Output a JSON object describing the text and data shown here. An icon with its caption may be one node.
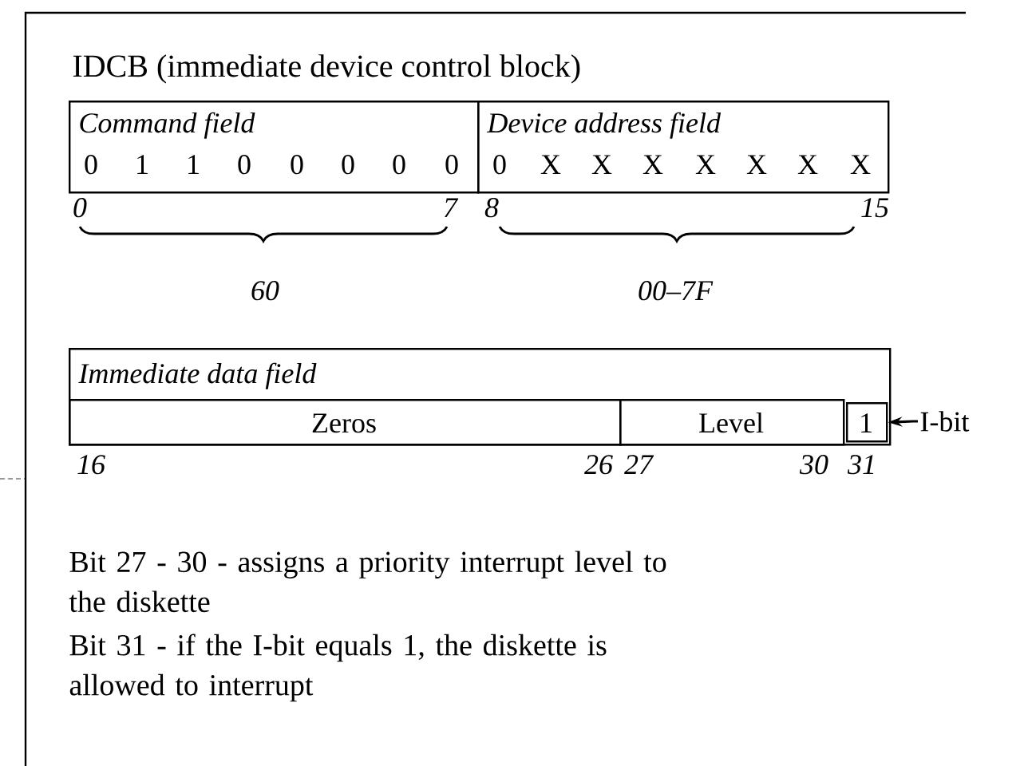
{
  "diagram": {
    "title": "IDCB (immediate device control block)",
    "nodes": [
      {
        "text": [
          "Command field",
          "0",
          "1",
          "1",
          "0",
          "0",
          "0",
          "0",
          "0"
        ]
      },
      {
        "text": [
          "Device address field",
          "0",
          "X",
          "X",
          "X",
          "X",
          "X",
          "X",
          "X"
        ]
      },
      {
        "text": [
          "Immediate data field"
        ]
      },
      {
        "text": [
          "Zeros"
        ],
        "in": 2
      },
      {
        "text": [
          "Level"
        ],
        "in": 2
      },
      {
        "text": [
          "1"
        ],
        "in": 2
      },
      {
        "text": [
          "I-bit"
        ]
      }
    ],
    "edges": [
      {
        "from": 6,
        "to": 5,
        "arrow": "to"
      }
    ],
    "labels": [
      "0",
      "7",
      "8",
      "15",
      "60",
      "00–7F",
      "16",
      "26",
      "27",
      "30",
      "31",
      "Bit 27 - 30 - assigns a priority interrupt level to the diskette",
      "Bit 31 - if the I-bit equals 1, the diskette is allowed to interrupt"
    ]
  }
}
